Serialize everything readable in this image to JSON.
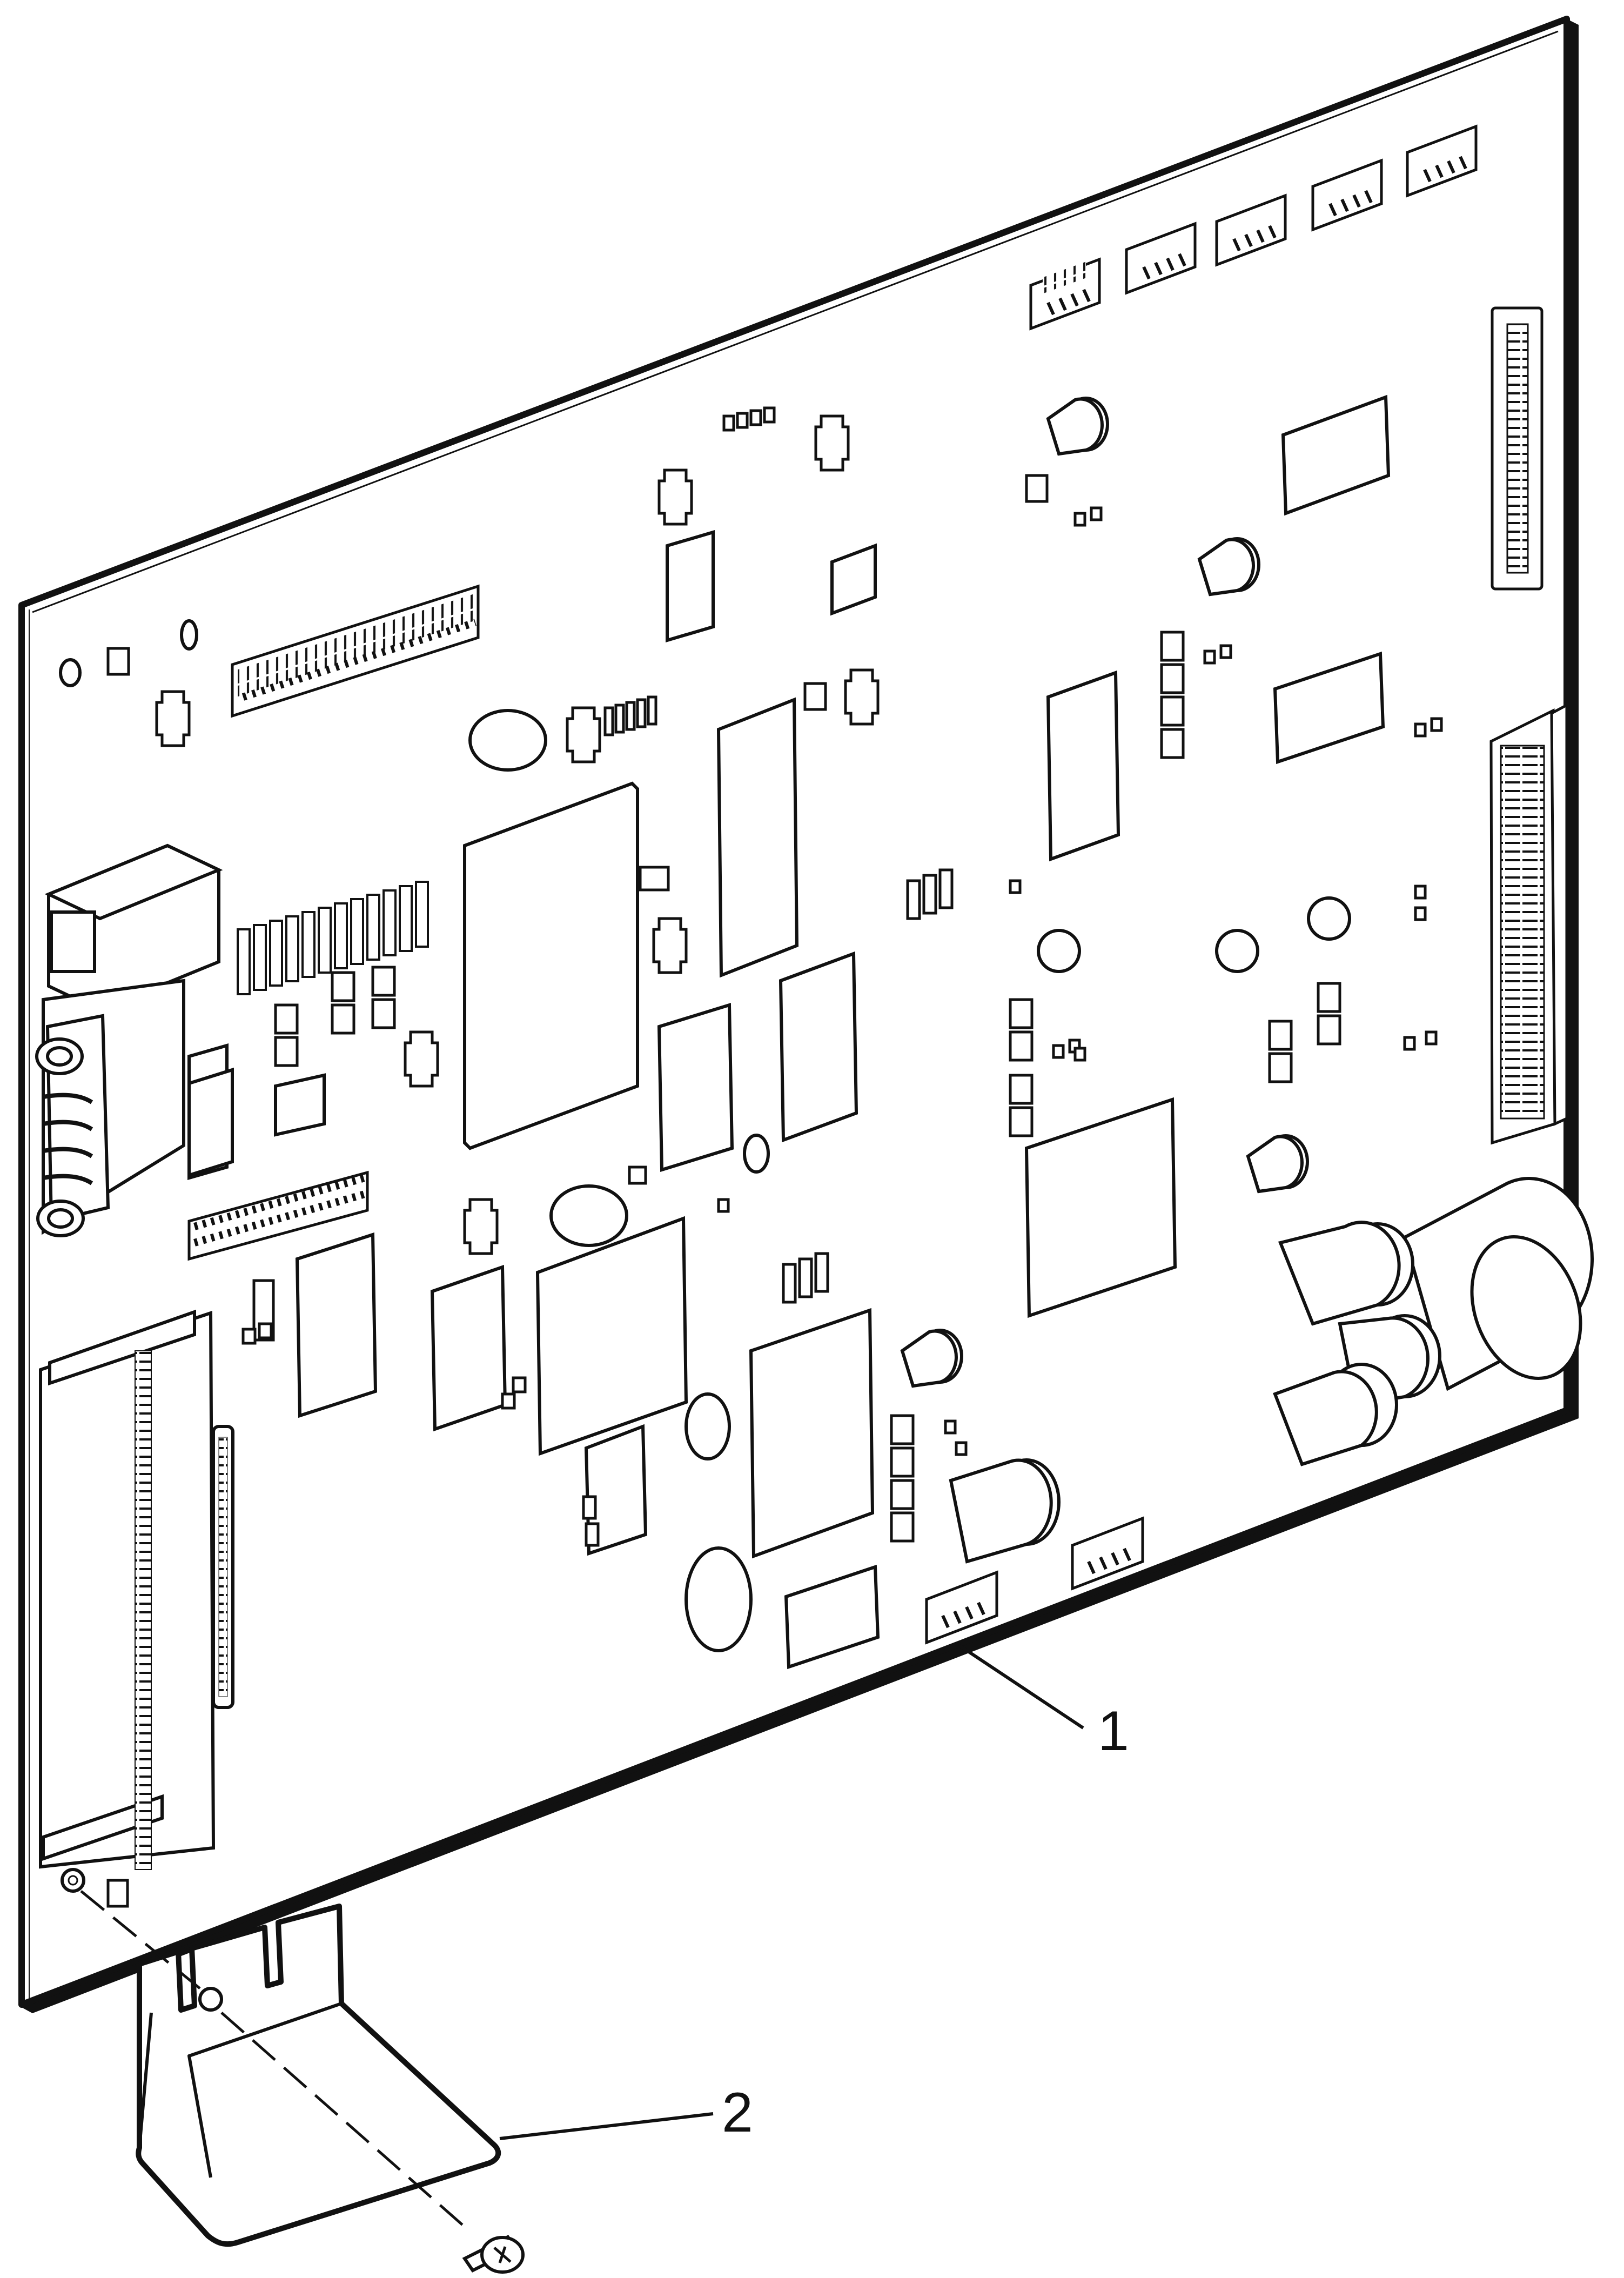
{
  "diagram": {
    "type": "exploded parts illustration",
    "parts": [
      {
        "callout": "1",
        "name": "controller-board"
      },
      {
        "callout": "2",
        "name": "mounting-bracket-with-screw"
      }
    ]
  },
  "colors": {
    "line": "#111111",
    "background": "#ffffff"
  }
}
